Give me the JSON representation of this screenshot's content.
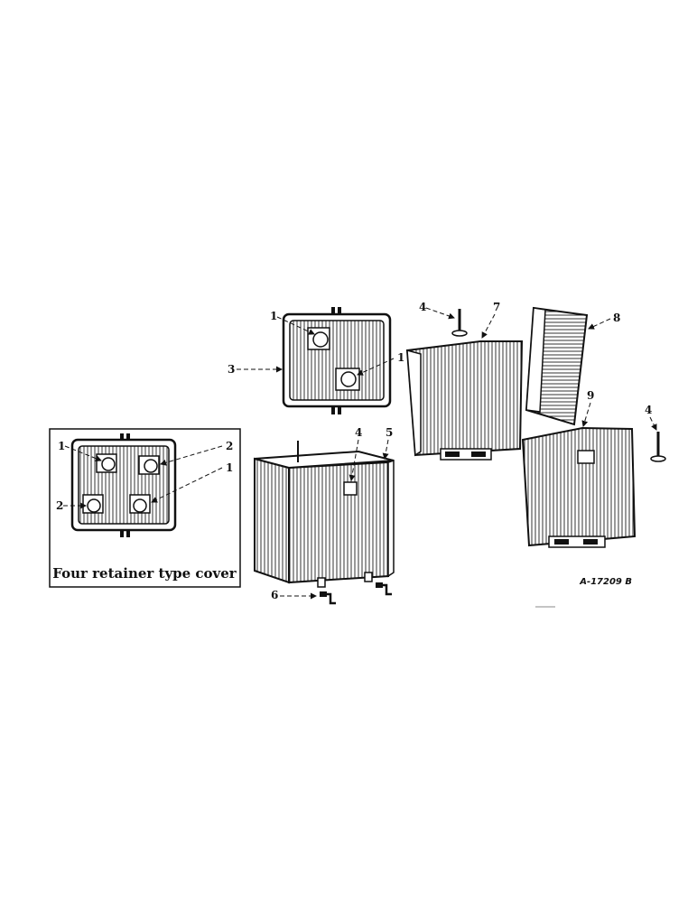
{
  "diagram": {
    "drawing_code": "A-17209 B",
    "inset": {
      "caption": "Four retainer type cover",
      "callouts": [
        "1",
        "2",
        "2",
        "1"
      ]
    },
    "callouts": {
      "cover_retainer_a": "1",
      "cover_retainer_b": "1",
      "cover": "3",
      "bolt_left": "4",
      "box_side_4": "4",
      "box": "5",
      "clip": "6",
      "front_panel": "7",
      "insulator": "8",
      "rear_panel": "9",
      "bolt_right": "4"
    }
  }
}
